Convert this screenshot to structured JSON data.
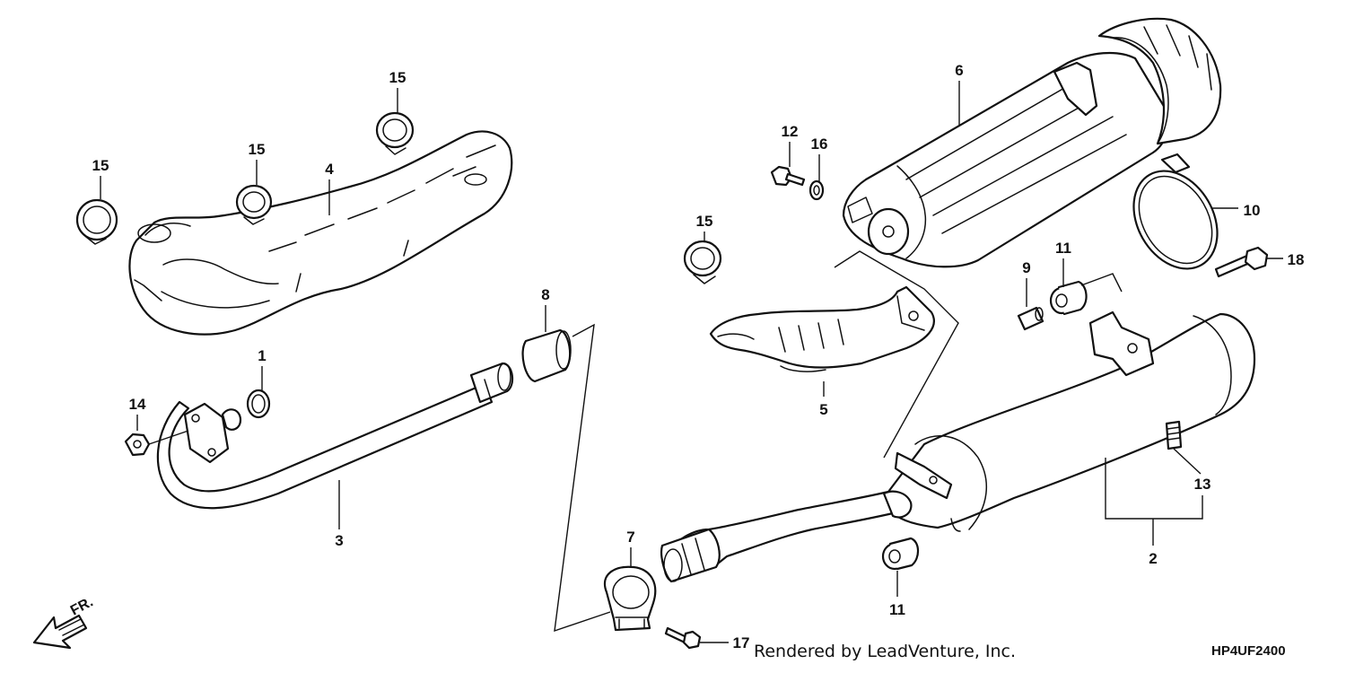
{
  "callouts": {
    "p1": "1",
    "p2": "2",
    "p3": "3",
    "p4": "4",
    "p5": "5",
    "p6": "6",
    "p7": "7",
    "p8": "8",
    "p9": "9",
    "p10": "10",
    "p11a": "11",
    "p11b": "11",
    "p12": "12",
    "p13": "13",
    "p14": "14",
    "p15a": "15",
    "p15b": "15",
    "p15c": "15",
    "p15d": "15",
    "p16": "16",
    "p17": "17",
    "p18": "18"
  },
  "footer": {
    "credit": "Rendered by LeadVenture, Inc.",
    "diagram_code": "HP4UF2400"
  },
  "direction_label": "FR.",
  "colors": {
    "line": "#111111",
    "background": "#ffffff"
  }
}
